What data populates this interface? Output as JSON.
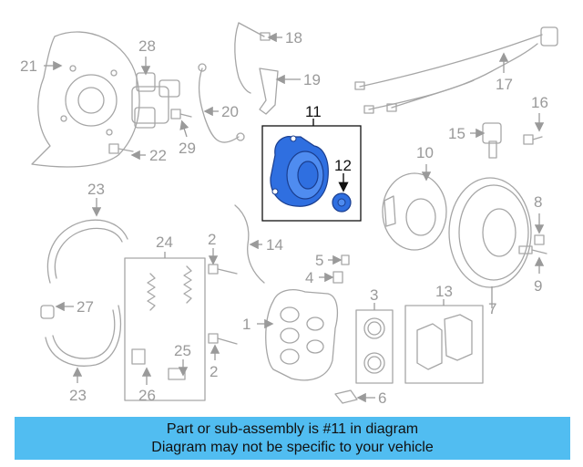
{
  "diagram": {
    "callouts": {
      "c1": "1",
      "c2a": "2",
      "c2b": "2",
      "c3": "3",
      "c4": "4",
      "c5": "5",
      "c6": "6",
      "c7": "7",
      "c8": "8",
      "c9": "9",
      "c10": "10",
      "c11": "11",
      "c12": "12",
      "c13": "13",
      "c14": "14",
      "c15": "15",
      "c16": "16",
      "c17": "17",
      "c18": "18",
      "c19": "19",
      "c20": "20",
      "c21": "21",
      "c22": "22",
      "c23a": "23",
      "c23b": "23",
      "c24": "24",
      "c25": "25",
      "c26": "26",
      "c27": "27",
      "c28": "28",
      "c29": "29"
    },
    "highlight_color": "#2f6fe0",
    "banner_color": "#51bdf1"
  },
  "banner": {
    "line1": "Part or sub-assembly is #11 in diagram",
    "line2": "Diagram may not be specific to your vehicle"
  }
}
